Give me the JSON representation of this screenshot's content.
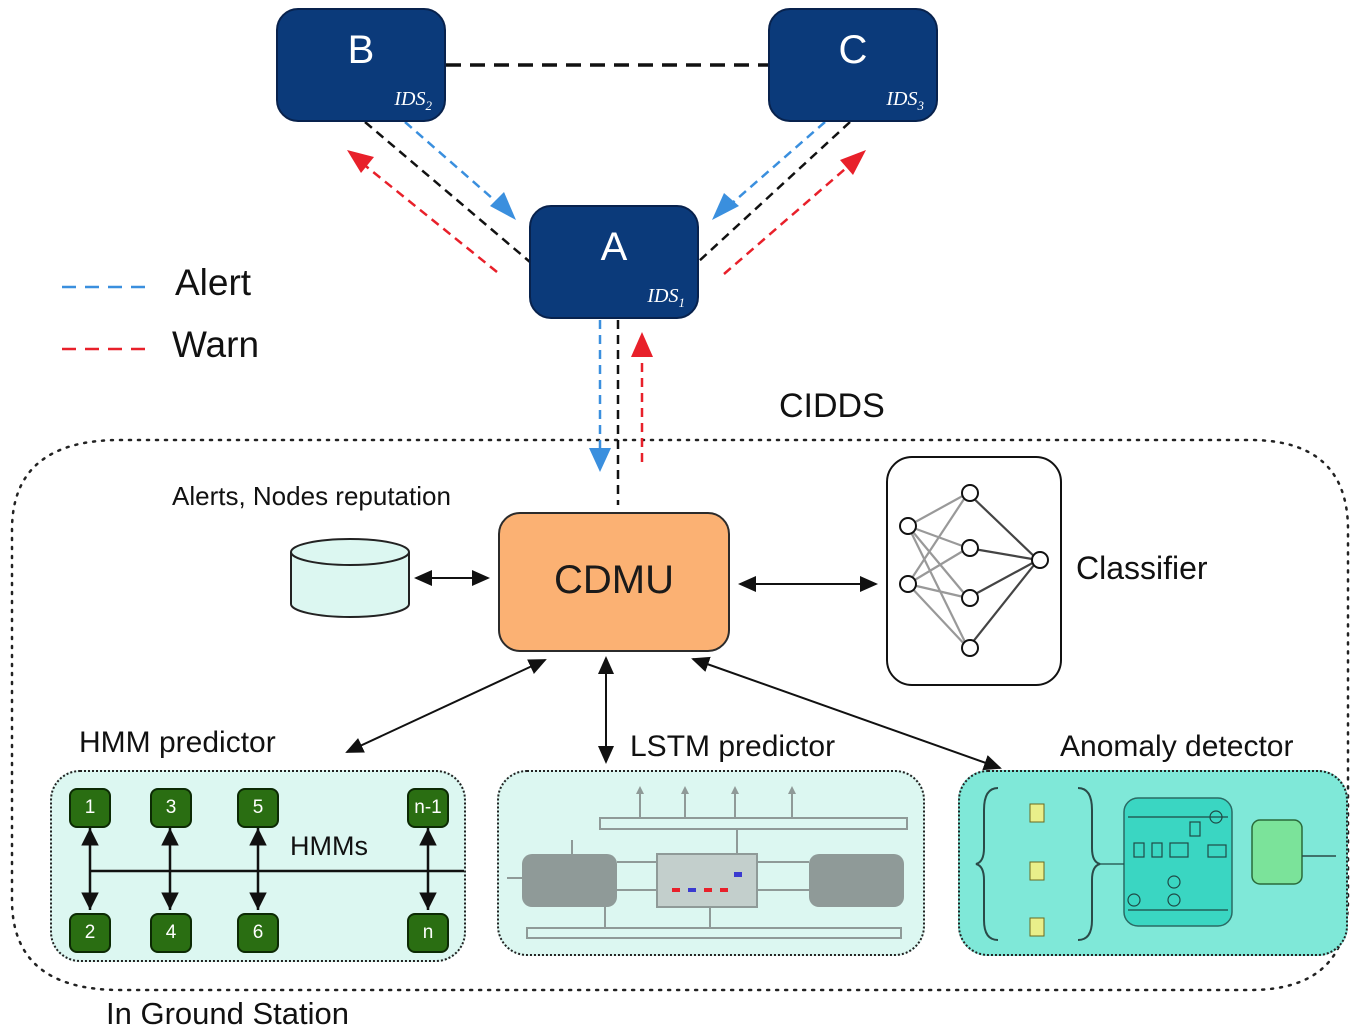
{
  "nodes": {
    "b": {
      "letter": "B",
      "ids_base": "IDS",
      "ids_sub": "2"
    },
    "c": {
      "letter": "C",
      "ids_base": "IDS",
      "ids_sub": "3"
    },
    "a": {
      "letter": "A",
      "ids_base": "IDS",
      "ids_sub": "1"
    }
  },
  "legend": {
    "alert": {
      "label": "Alert",
      "color": "#3a8fde"
    },
    "warn": {
      "label": "Warn",
      "color": "#e8202a"
    }
  },
  "labels": {
    "cidds": "CIDDS",
    "database": "Alerts, Nodes reputation",
    "cdmu": "CDMU",
    "classifier": "Classifier",
    "hmm_title": "HMM predictor",
    "lstm_title": "LSTM predictor",
    "anomaly_title": "Anomaly detector",
    "hmms": "HMMs",
    "ground": "In Ground Station"
  },
  "hmm_nodes": {
    "top": [
      "1",
      "3",
      "5",
      "n-1"
    ],
    "bottom": [
      "2",
      "4",
      "6",
      "n"
    ]
  },
  "colors": {
    "node_fill": "#0b3a7a",
    "cdmu_fill": "#fbb173",
    "panel_fill": "#dcf7f1",
    "hmm_node_fill": "#2a6e12",
    "anomaly_fill": "#7fe8d8",
    "loss_fill": "#7be39a"
  }
}
